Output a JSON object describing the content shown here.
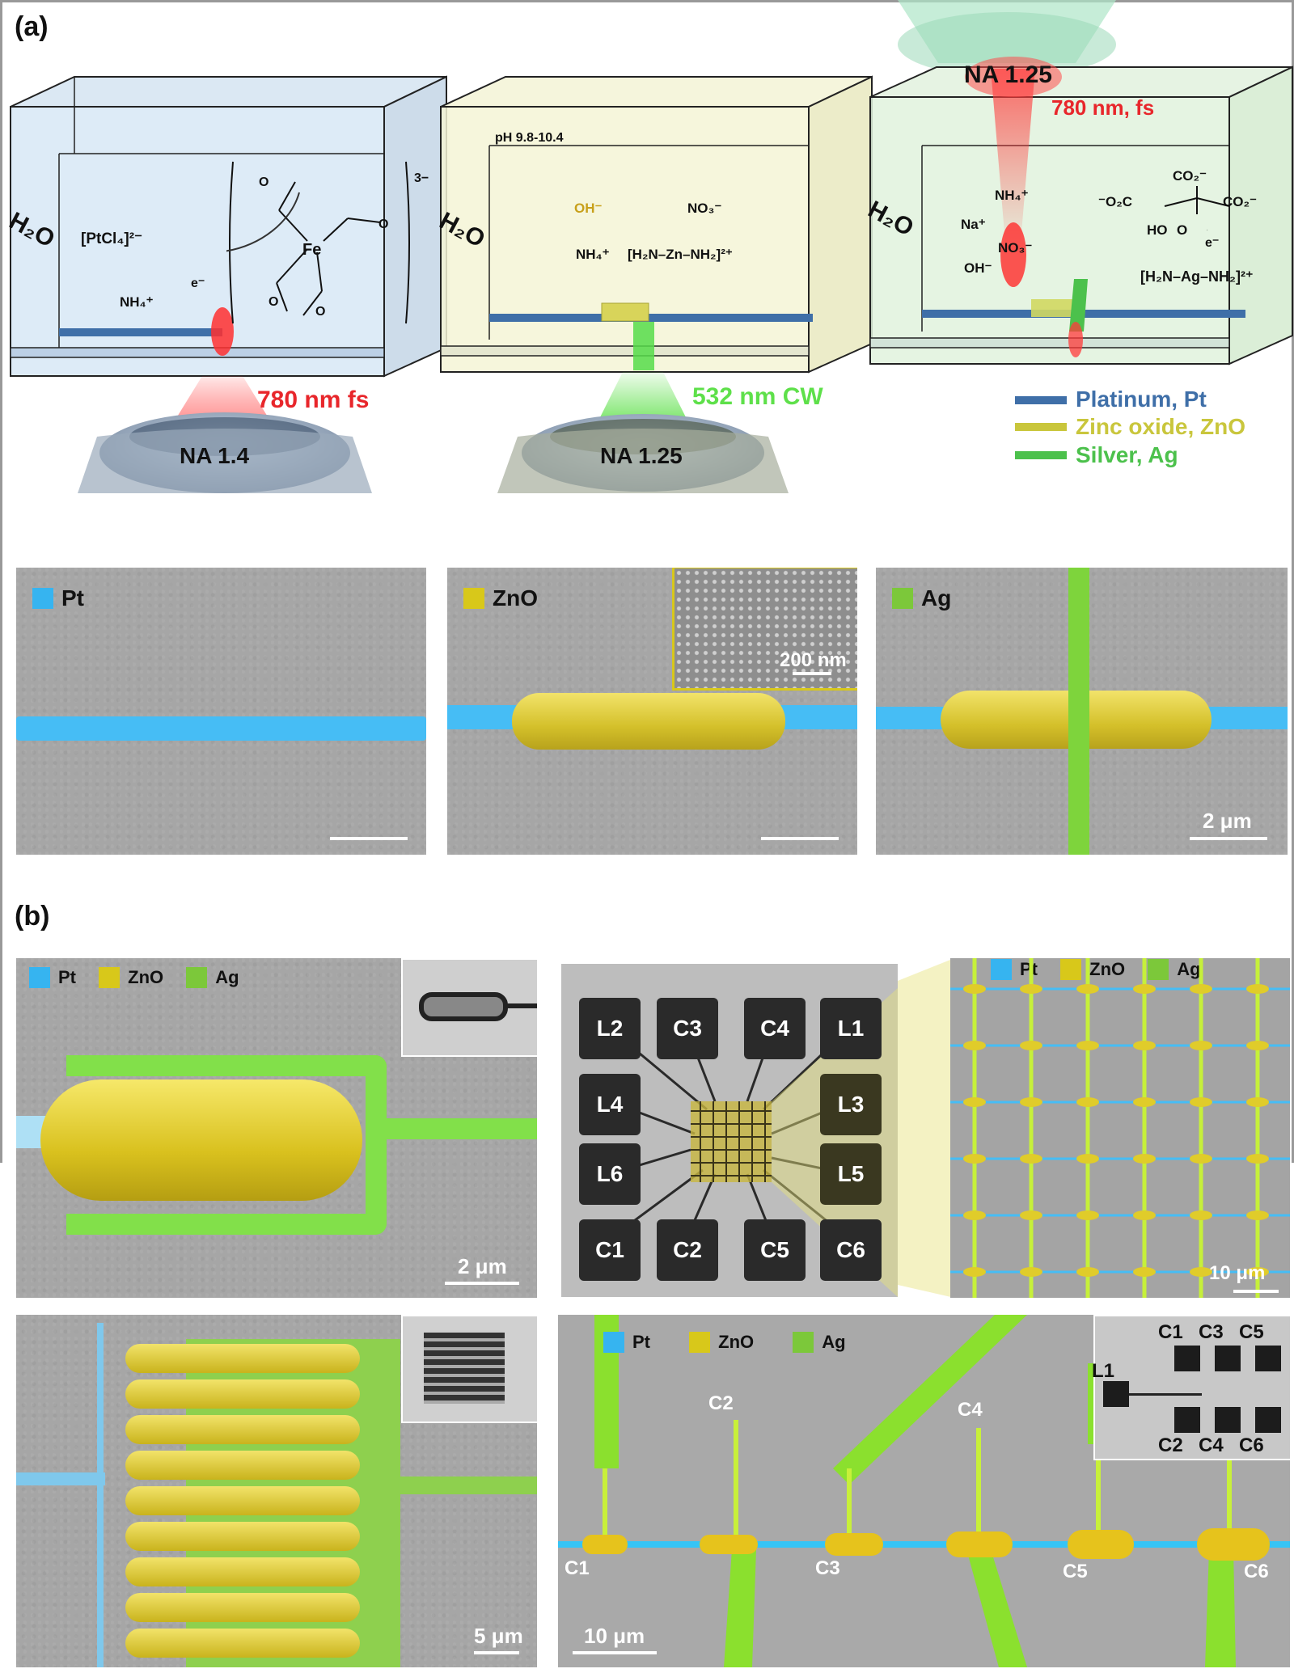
{
  "panel_a": {
    "label": "(a)",
    "box1": {
      "h2o": "H₂O",
      "pt_complex": "[PtCl₄]²⁻",
      "fe_complex_charge": "3−",
      "fe": "Fe",
      "pt": "Pt",
      "electron": "e⁻",
      "nh4": "NH₄⁺",
      "laser": "780 nm fs",
      "na": "NA 1.4"
    },
    "box2": {
      "h2o": "H₂O",
      "ph": "pH 9.8-10.4",
      "oh": "OH⁻",
      "no3": "NO₃⁻",
      "nh4": "NH₄⁺",
      "complex": "[H₂N–Zn–NH₂]²⁺",
      "laser": "532 nm CW",
      "na": "NA 1.25"
    },
    "box3": {
      "h2o": "H₂O",
      "na_top": "NA 1.25",
      "laser": "780 nm, fs",
      "nh4": "NH₄⁺",
      "na_ion": "Na⁺",
      "no3": "NO₃⁻",
      "oh": "OH⁻",
      "co2": "CO₂⁻",
      "citrate_left": "⁻O₂C",
      "citrate_right": "CO₂⁻",
      "ho": "HO",
      "o": "O",
      "electron": "e⁻",
      "complex": "[H₂N–Ag–NH₂]²⁺"
    },
    "legend": [
      {
        "label": "Platinum, Pt",
        "color": "#3f6fa8"
      },
      {
        "label": "Zinc oxide, ZnO",
        "color": "#c9c63c"
      },
      {
        "label": "Silver, Ag",
        "color": "#4cc14c"
      }
    ],
    "sem": [
      {
        "tag": "Pt",
        "color": "#36b4f0"
      },
      {
        "tag": "ZnO",
        "color": "#d8c81a",
        "inset_scale": "200 nm"
      },
      {
        "tag": "Ag",
        "color": "#7cc83a",
        "scale": "2 μm"
      }
    ]
  },
  "panel_b": {
    "label": "(b)",
    "legend": [
      {
        "label": "Pt",
        "color": "#36b4f0"
      },
      {
        "label": "ZnO",
        "color": "#d8c81a"
      },
      {
        "label": "Ag",
        "color": "#7cc83a"
      }
    ],
    "tl_scale": "2 μm",
    "grid_scale": "10 μm",
    "bl_scale": "5 μm",
    "br_scale": "10 μm",
    "pads": [
      "L2",
      "C3",
      "C4",
      "L1",
      "L4",
      "L3",
      "L6",
      "L5",
      "C1",
      "C2",
      "C5",
      "C6"
    ],
    "inset_pads": {
      "l1": "L1",
      "top": [
        "C1",
        "C3",
        "C5"
      ],
      "bottom": [
        "C2",
        "C4",
        "C6"
      ]
    },
    "channel_labels": {
      "c1": "C1",
      "c2": "C2",
      "c3": "C3",
      "c4": "C4",
      "c5": "C5",
      "c6": "C6"
    }
  },
  "colors": {
    "pt": "#36b4f0",
    "zno": "#d8c81a",
    "ag": "#7cc83a",
    "laser_red": "#e8262b",
    "laser_green": "#5ee04a"
  }
}
